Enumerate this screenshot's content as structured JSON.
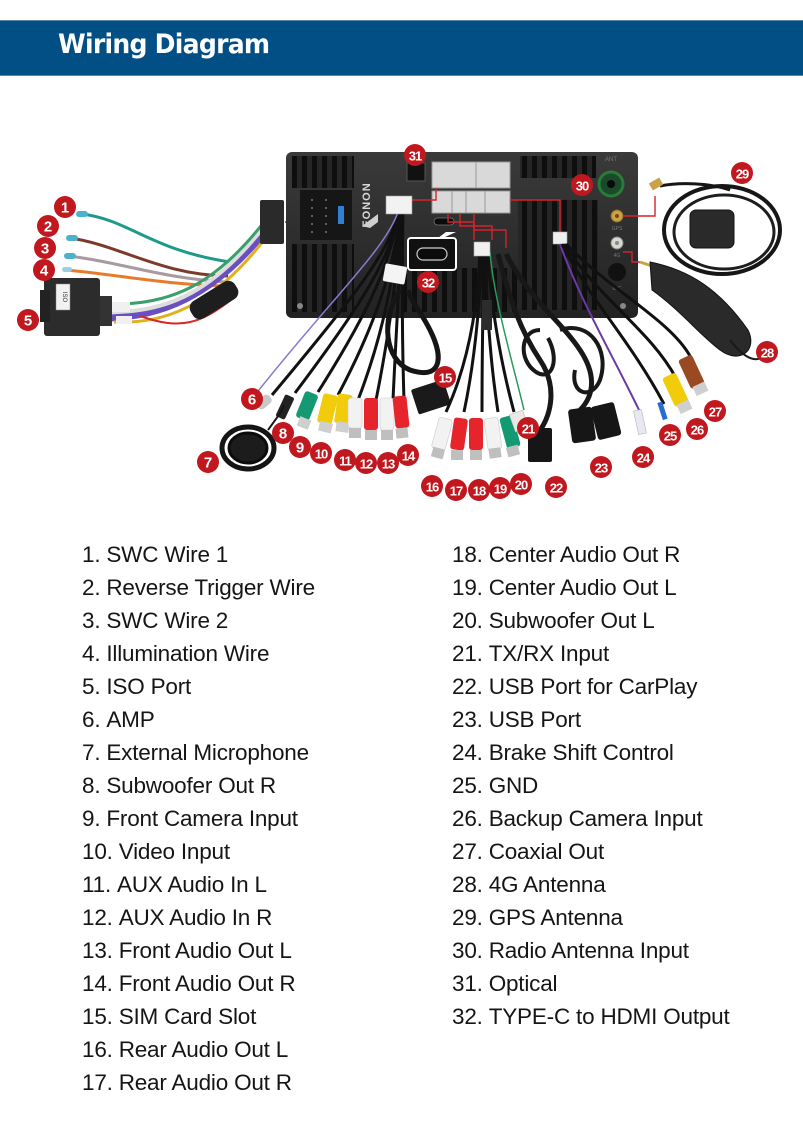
{
  "header": {
    "title": "Wiring Diagram",
    "background_color": "#024f86",
    "text_color": "#ffffff"
  },
  "device": {
    "brand_label": "EONON",
    "port_labels": {
      "antenna": "ANT",
      "gps": "GPS",
      "lte": "4G",
      "mic": "MIC"
    },
    "iso_connector_label": "ISO"
  },
  "badge_color": "#c0181e",
  "callout_line_color": "#d4242a",
  "badges": [
    {
      "number": "1",
      "target": "swc-wire-1"
    },
    {
      "number": "2",
      "target": "reverse-trigger-wire"
    },
    {
      "number": "3",
      "target": "swc-wire-2"
    },
    {
      "number": "4",
      "target": "illumination-wire"
    },
    {
      "number": "5",
      "target": "iso-port"
    },
    {
      "number": "6",
      "target": "amp"
    },
    {
      "number": "7",
      "target": "external-microphone"
    },
    {
      "number": "8",
      "target": "subwoofer-out-r"
    },
    {
      "number": "9",
      "target": "front-camera-input"
    },
    {
      "number": "10",
      "target": "video-input"
    },
    {
      "number": "11",
      "target": "aux-audio-in-l"
    },
    {
      "number": "12",
      "target": "aux-audio-in-r"
    },
    {
      "number": "13",
      "target": "front-audio-out-l"
    },
    {
      "number": "14",
      "target": "front-audio-out-r"
    },
    {
      "number": "15",
      "target": "sim-card-slot"
    },
    {
      "number": "16",
      "target": "rear-audio-out-l"
    },
    {
      "number": "17",
      "target": "rear-audio-out-r"
    },
    {
      "number": "18",
      "target": "center-audio-out-r"
    },
    {
      "number": "19",
      "target": "center-audio-out-l"
    },
    {
      "number": "20",
      "target": "subwoofer-out-l"
    },
    {
      "number": "21",
      "target": "tx-rx-input"
    },
    {
      "number": "22",
      "target": "usb-port-carplay"
    },
    {
      "number": "23",
      "target": "usb-port"
    },
    {
      "number": "24",
      "target": "brake-shift-control"
    },
    {
      "number": "25",
      "target": "gnd"
    },
    {
      "number": "26",
      "target": "backup-camera-input"
    },
    {
      "number": "27",
      "target": "coaxial-out"
    },
    {
      "number": "28",
      "target": "4g-antenna"
    },
    {
      "number": "29",
      "target": "gps-antenna"
    },
    {
      "number": "30",
      "target": "radio-antenna-input"
    },
    {
      "number": "31",
      "target": "optical"
    },
    {
      "number": "32",
      "target": "type-c-hdmi-output"
    }
  ],
  "legend": {
    "left": [
      {
        "num": "1.",
        "label": "SWC Wire 1"
      },
      {
        "num": "2.",
        "label": "Reverse Trigger Wire"
      },
      {
        "num": "3.",
        "label": "SWC Wire 2"
      },
      {
        "num": "4.",
        "label": "Illumination Wire"
      },
      {
        "num": "5.",
        "label": "ISO Port"
      },
      {
        "num": "6.",
        "label": "AMP"
      },
      {
        "num": "7.",
        "label": "External Microphone"
      },
      {
        "num": "8.",
        "label": "Subwoofer Out R"
      },
      {
        "num": "9.",
        "label": "Front Camera Input"
      },
      {
        "num": "10.",
        "label": "Video Input"
      },
      {
        "num": "11.",
        "label": "AUX Audio In L"
      },
      {
        "num": "12.",
        "label": "AUX Audio In R"
      },
      {
        "num": "13.",
        "label": "Front Audio Out L"
      },
      {
        "num": "14.",
        "label": "Front Audio Out R"
      },
      {
        "num": "15.",
        "label": "SIM Card Slot"
      },
      {
        "num": "16.",
        "label": "Rear Audio Out L"
      },
      {
        "num": "17.",
        "label": "Rear Audio Out R"
      }
    ],
    "right": [
      {
        "num": "18.",
        "label": "Center Audio Out R"
      },
      {
        "num": "19.",
        "label": "Center Audio Out L"
      },
      {
        "num": "20.",
        "label": "Subwoofer Out L"
      },
      {
        "num": "21.",
        "label": "TX/RX Input"
      },
      {
        "num": "22.",
        "label": "USB Port for CarPlay"
      },
      {
        "num": "23.",
        "label": "USB Port"
      },
      {
        "num": "24.",
        "label": "Brake Shift Control"
      },
      {
        "num": "25.",
        "label": "GND"
      },
      {
        "num": "26.",
        "label": "Backup Camera Input"
      },
      {
        "num": "27.",
        "label": "Coaxial Out"
      },
      {
        "num": "28.",
        "label": "4G Antenna"
      },
      {
        "num": "29.",
        "label": "GPS Antenna"
      },
      {
        "num": "30.",
        "label": "Radio Antenna Input"
      },
      {
        "num": "31.",
        "label": "Optical"
      },
      {
        "num": "32.",
        "label": "TYPE-C to HDMI Output"
      }
    ]
  }
}
